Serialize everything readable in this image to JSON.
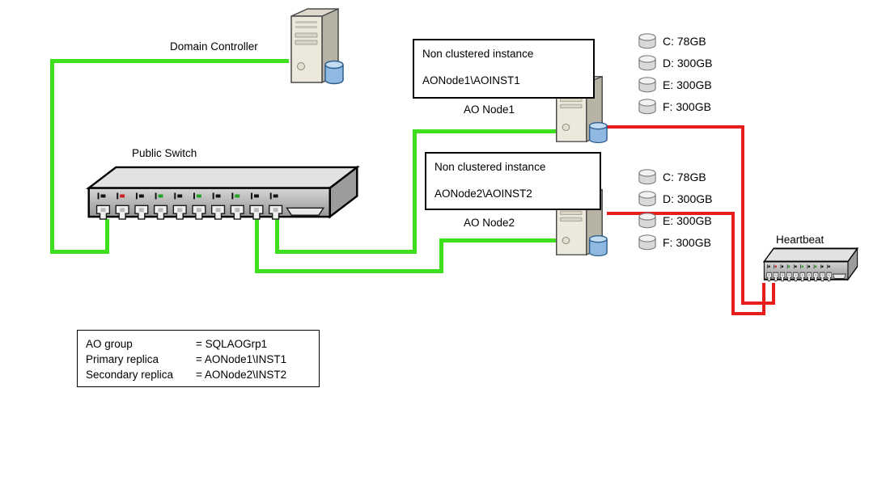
{
  "labels": {
    "domain_controller": "Domain Controller",
    "public_switch": "Public Switch",
    "heartbeat": "Heartbeat",
    "node1": "AO Node1",
    "node2": "AO Node2"
  },
  "node1_box": {
    "line1": "Non clustered instance",
    "line2": "AONode1\\AOINST1"
  },
  "node2_box": {
    "line1": "Non clustered instance",
    "line2": "AONode2\\AOINST2"
  },
  "node1_disks": [
    "C: 78GB",
    "D: 300GB",
    "E: 300GB",
    "F: 300GB"
  ],
  "node2_disks": [
    "C: 78GB",
    "D: 300GB",
    "E: 300GB",
    "F: 300GB"
  ],
  "info_box": {
    "rows": [
      {
        "label": "AO group",
        "value": "= SQLAOGrp1"
      },
      {
        "label": "Primary replica",
        "value": "= AONode1\\INST1"
      },
      {
        "label": "Secondary replica",
        "value": "= AONode2\\INST2"
      }
    ]
  },
  "colors": {
    "public_network": "#3ee01e",
    "heartbeat_network": "#e61e1e"
  }
}
